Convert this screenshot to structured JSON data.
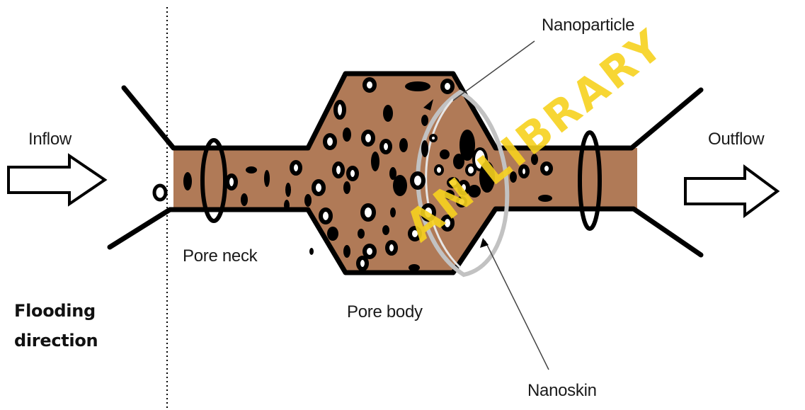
{
  "labels": {
    "inflow": "Inflow",
    "outflow": "Outflow",
    "nanoparticle": "Nanoparticle",
    "pore_neck": "Pore neck",
    "pore_body": "Pore body",
    "nanoskin": "Nanoskin",
    "flooding_line1": "Flooding",
    "flooding_line2": "direction"
  },
  "watermark": "AN LIBRARY",
  "colors": {
    "pore_fill": "#b07a57",
    "outline": "#000000",
    "watermark": "#f7d21f",
    "nanoskin_arc": "#bdbdbd"
  }
}
